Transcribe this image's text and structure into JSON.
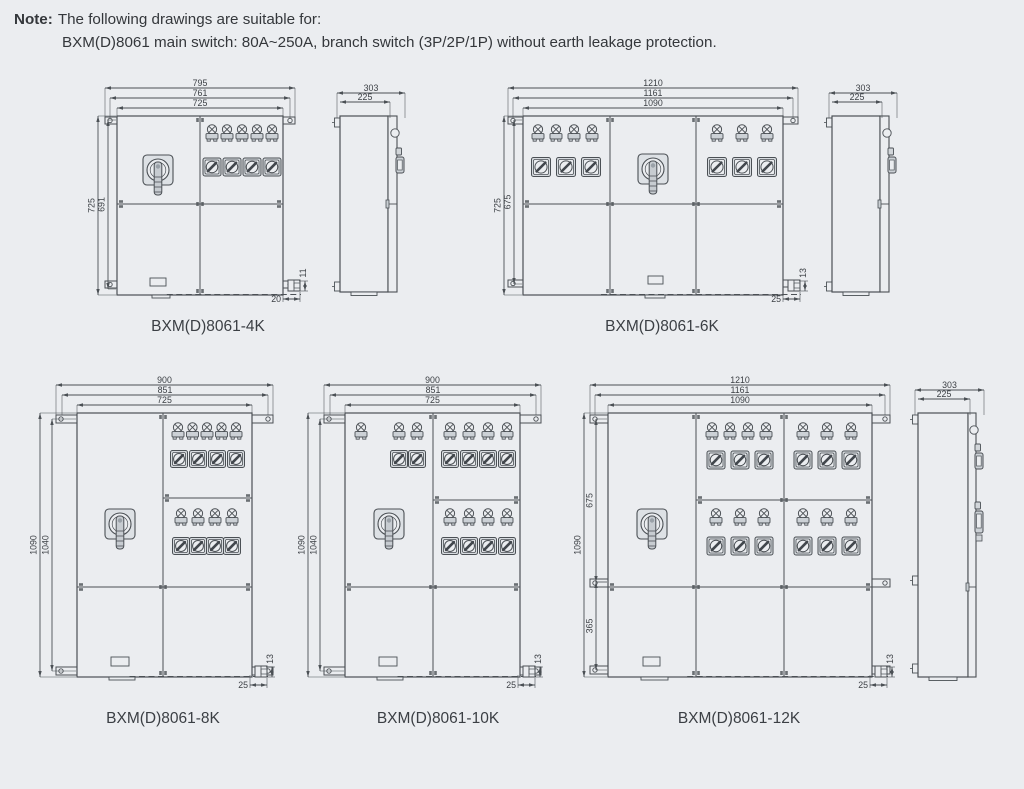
{
  "page": {
    "background": "#ebedf0",
    "line_color": "#4b5055",
    "text_color": "#3b3f44"
  },
  "note": {
    "prefix": "Note:",
    "line1": "The following drawings are suitable for:",
    "line2": "BXM(D)8061 main switch: 80A~250A, branch switch (3P/2P/1P) without earth leakage protection."
  },
  "drawings": [
    {
      "id": "4k",
      "caption": "BXM(D)8061-4K",
      "front": {
        "top_dims": [
          "795",
          "761",
          "725"
        ],
        "left_dims": [
          "725",
          "691"
        ],
        "foot_dims": {
          "width": "20",
          "height": "11"
        }
      },
      "side": {
        "top_dims": [
          "303",
          "225"
        ]
      }
    },
    {
      "id": "6k",
      "caption": "BXM(D)8061-6K",
      "front": {
        "top_dims": [
          "1210",
          "1161",
          "1090"
        ],
        "left_dims": [
          "725",
          "675"
        ],
        "foot_dims": {
          "width": "25",
          "height": "13"
        }
      },
      "side": {
        "top_dims": [
          "303",
          "225"
        ]
      }
    },
    {
      "id": "8k",
      "caption": "BXM(D)8061-8K",
      "front": {
        "top_dims": [
          "900",
          "851",
          "725"
        ],
        "left_dims": [
          "1090",
          "1040"
        ],
        "foot_dims": {
          "width": "25",
          "height": "13"
        }
      }
    },
    {
      "id": "10k",
      "caption": "BXM(D)8061-10K",
      "front": {
        "top_dims": [
          "900",
          "851",
          "725"
        ],
        "left_dims": [
          "1090",
          "1040"
        ],
        "foot_dims": {
          "width": "25",
          "height": "13"
        }
      }
    },
    {
      "id": "12k",
      "caption": "BXM(D)8061-12K",
      "front": {
        "top_dims": [
          "1210",
          "1161",
          "1090"
        ],
        "left_dims": [
          "675",
          "1090",
          "365"
        ],
        "foot_dims": {
          "width": "25",
          "height": "13"
        }
      },
      "side": {
        "top_dims": [
          "303",
          "225"
        ]
      }
    }
  ]
}
